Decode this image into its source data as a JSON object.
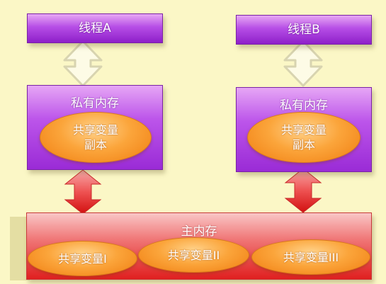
{
  "threads": [
    {
      "label": "线程A"
    },
    {
      "label": "线程B"
    }
  ],
  "private_memory": [
    {
      "title": "私有内存",
      "copy_lines": [
        "共享变量",
        "副本"
      ]
    },
    {
      "title": "私有内存",
      "copy_lines": [
        "共享变量",
        "副本"
      ]
    }
  ],
  "main_memory": {
    "title": "主内存",
    "variables": [
      "共享变量I",
      "共享变量II",
      "共享变量III"
    ]
  },
  "colors": {
    "background": "#fbf7c6",
    "thread_purple": "#b64ee6",
    "copy_orange": "#fba53b",
    "main_red": "#e02020",
    "sync_arrow_red": "#e83a3a",
    "link_arrow_outline": "#d8d4b0"
  }
}
